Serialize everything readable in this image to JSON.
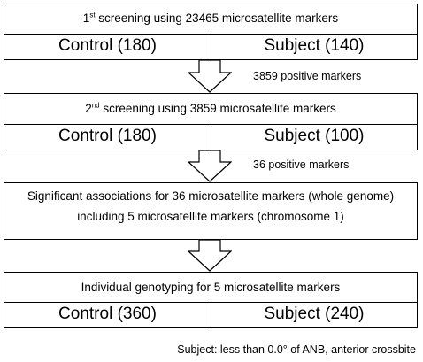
{
  "stage1": {
    "title_prefix": "1",
    "title_sup": "st",
    "title_rest": " screening using 23465 microsatellite markers",
    "control": "Control (180)",
    "subject": "Subject (140)"
  },
  "arrow1": {
    "label": "3859 positive markers"
  },
  "stage2": {
    "title_prefix": "2",
    "title_sup": "nd",
    "title_rest": " screening using 3859 microsatellite markers",
    "control": "Control (180)",
    "subject": "Subject (100)"
  },
  "arrow2": {
    "label": "36 positive markers"
  },
  "stage3": {
    "line1": "Significant associations for 36 microsatellite markers (whole genome)",
    "line2": "including 5 microsatellite markers (chromosome 1)"
  },
  "stage4": {
    "title": "Individual genotyping for 5 microsatellite markers",
    "control": "Control (360)",
    "subject": "Subject (240)"
  },
  "footer": {
    "note": "Subject: less than 0.0° of ANB, anterior crossbite"
  }
}
